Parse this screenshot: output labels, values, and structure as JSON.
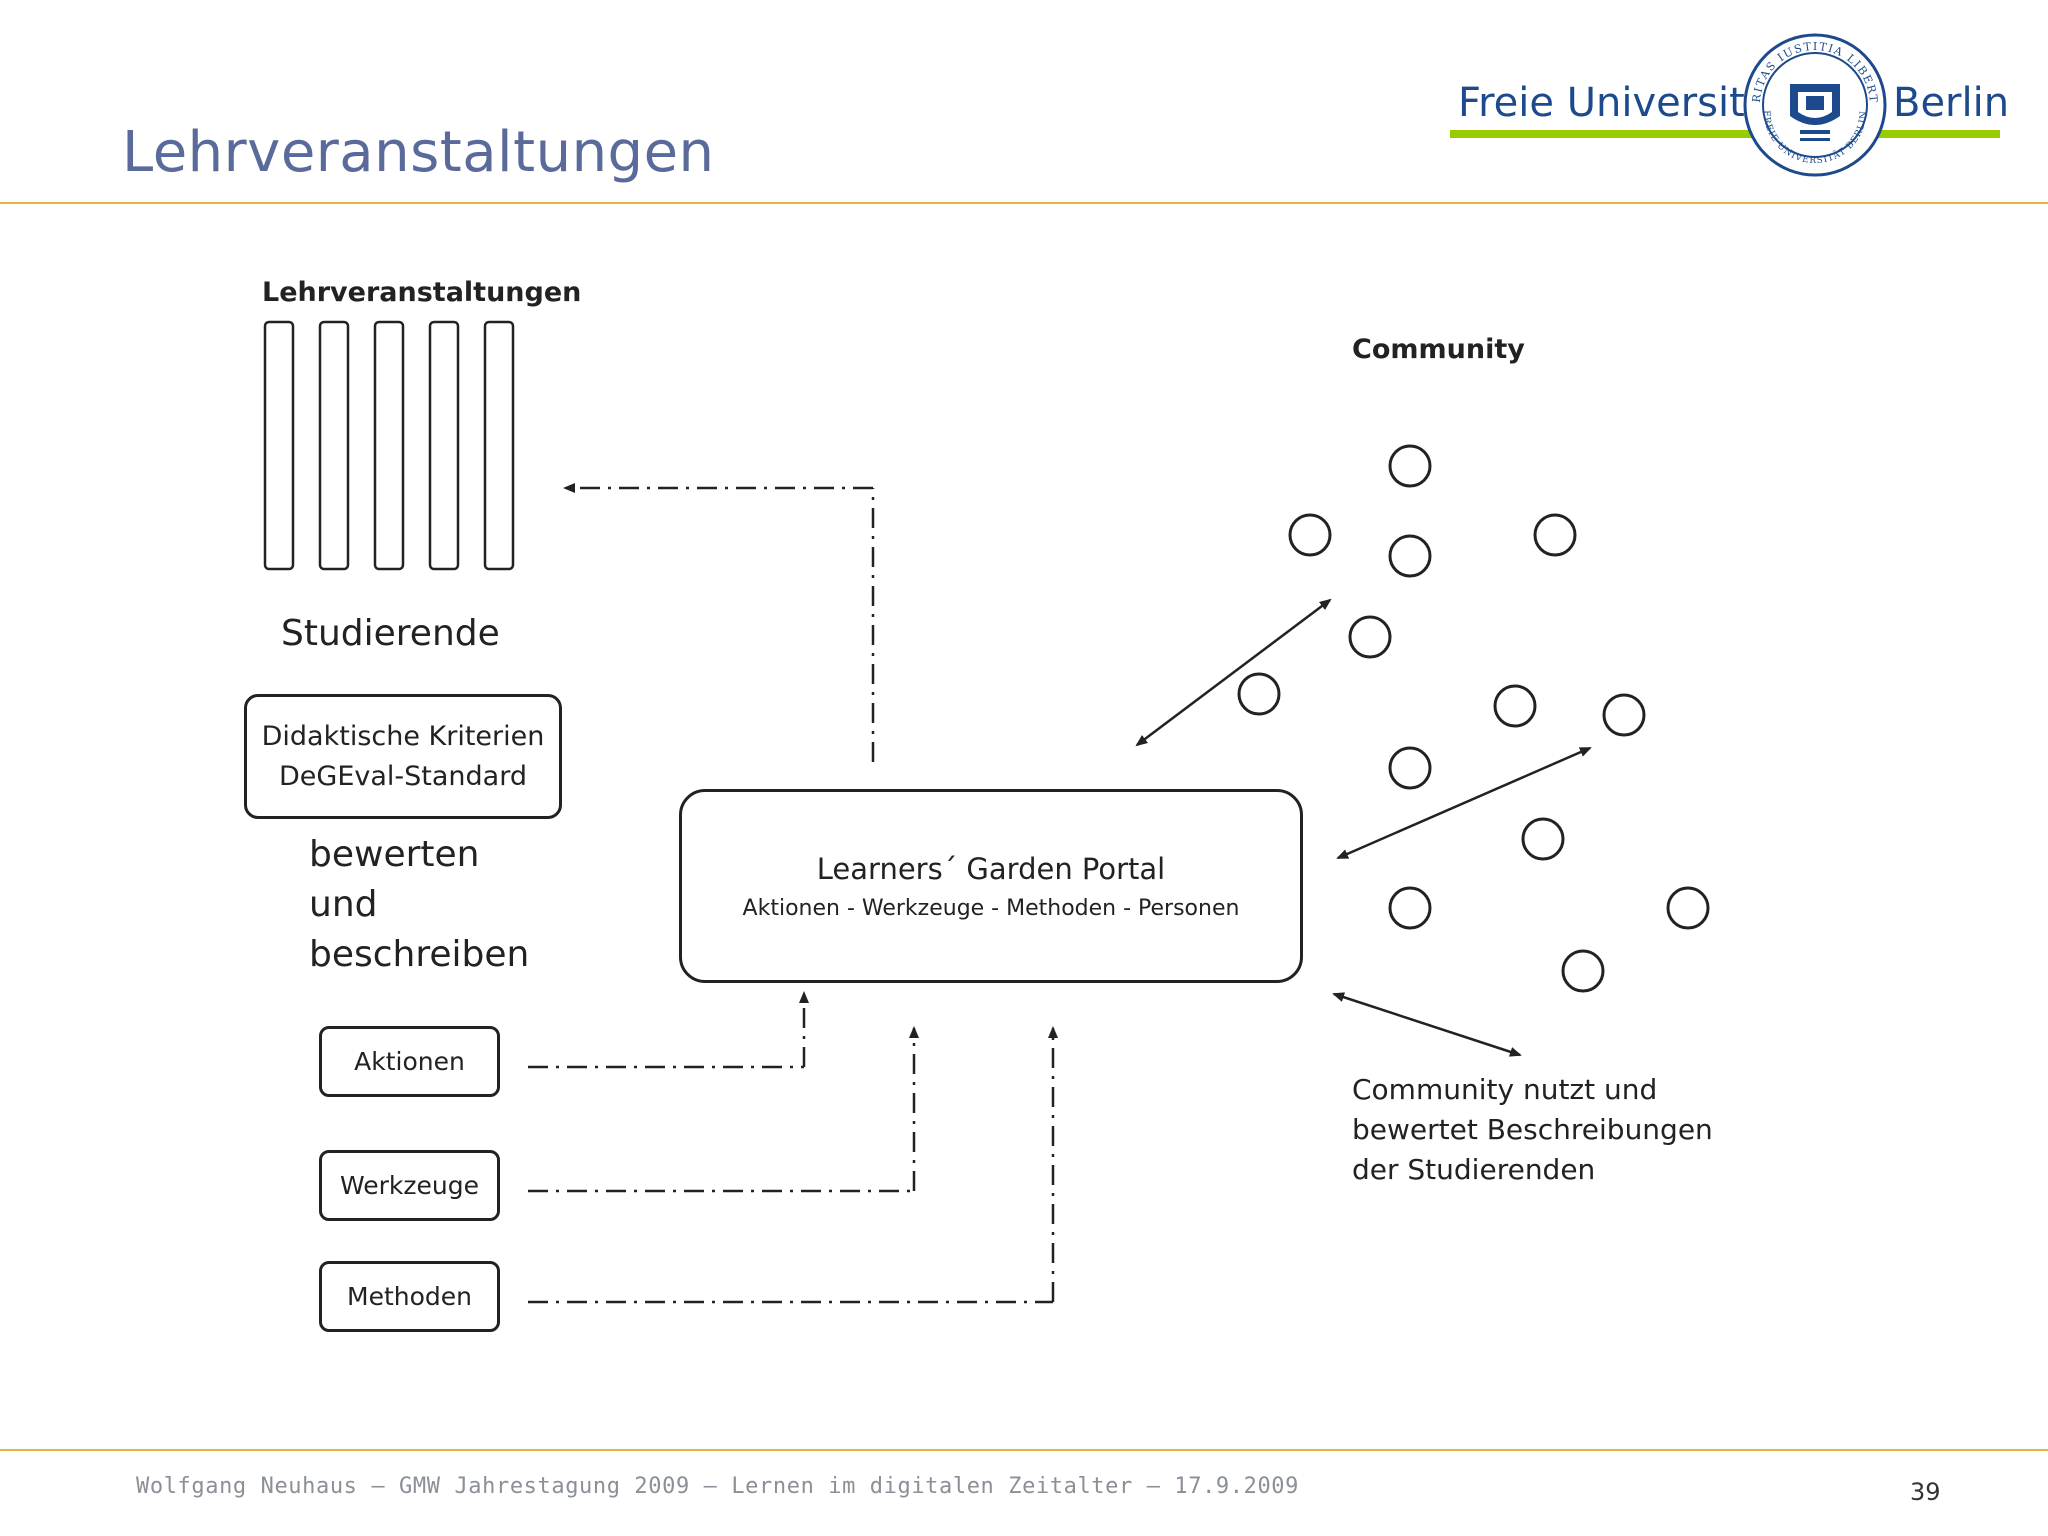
{
  "slide": {
    "title": "Lehrveranstaltungen",
    "page_number": "39",
    "footer": "Wolfgang Neuhaus – GMW Jahrestagung 2009 – Lernen im digitalen Zeitalter – 17.9.2009"
  },
  "logo": {
    "left_word": "Freie Universität",
    "right_word": "Berlin",
    "seal_text": "VERITAS IUSTITIA LIBERTAS",
    "seal_bottom_text": "FREIE UNIVERSITÄT BERLIN",
    "colors": {
      "text": "#1d4a8c",
      "bar": "#99cc00"
    }
  },
  "diagram": {
    "lehrveranstaltungen_label": "Lehrveranstaltungen",
    "studierende_label": "Studierende",
    "kriterien_box": {
      "line1": "Didaktische Kriterien",
      "line2": "DeGEval-Standard"
    },
    "bewerten": {
      "line1": "bewerten",
      "line2": "und",
      "line3": "beschreiben"
    },
    "source_boxes": {
      "aktionen": "Aktionen",
      "werkzeuge": "Werkzeuge",
      "methoden": "Methoden"
    },
    "portal": {
      "title": "Learners´ Garden Portal",
      "subtitle": "Aktionen - Werkzeuge - Methoden - Personen"
    },
    "community_label": "Community",
    "community_note": {
      "line1": "Community nutzt und",
      "line2": "bewertet Beschreibungen",
      "line3": "der Studierenden"
    },
    "colors": {
      "accent_rule": "#e8b33a",
      "title": "#5a6a9a",
      "ink": "#222222"
    }
  }
}
